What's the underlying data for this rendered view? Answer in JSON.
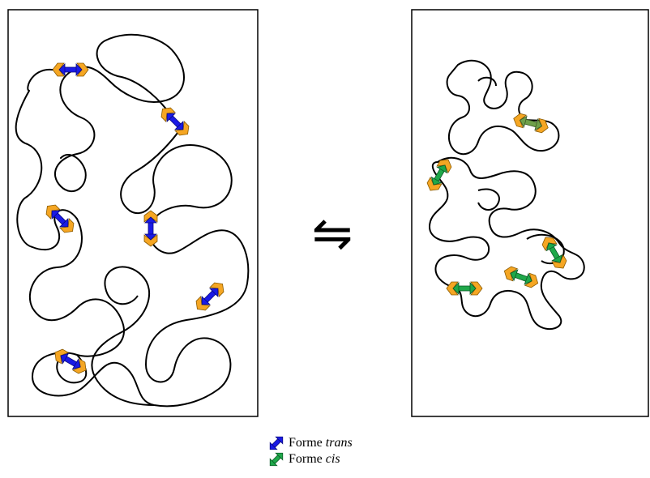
{
  "legend": {
    "items": [
      {
        "prefix": "Forme ",
        "emphasis": "trans",
        "arrow_color": "#1A1AE6",
        "icon": "double-arrow-icon"
      },
      {
        "prefix": "Forme ",
        "emphasis": "cis",
        "arrow_color": "#1FA84A",
        "icon": "double-arrow-icon"
      }
    ]
  },
  "colors": {
    "trans": "#1A1AE6",
    "cis": "#1FA84A",
    "cis_highlight": "#6FA04A",
    "chevron": "#F5A623",
    "chain": "#000000"
  },
  "panels": [
    {
      "name": "unfolded-chain-panel",
      "arrow_form": "trans"
    },
    {
      "name": "folded-chain-panel",
      "arrow_form": "cis"
    }
  ],
  "equilibrium_symbol": "⇋"
}
